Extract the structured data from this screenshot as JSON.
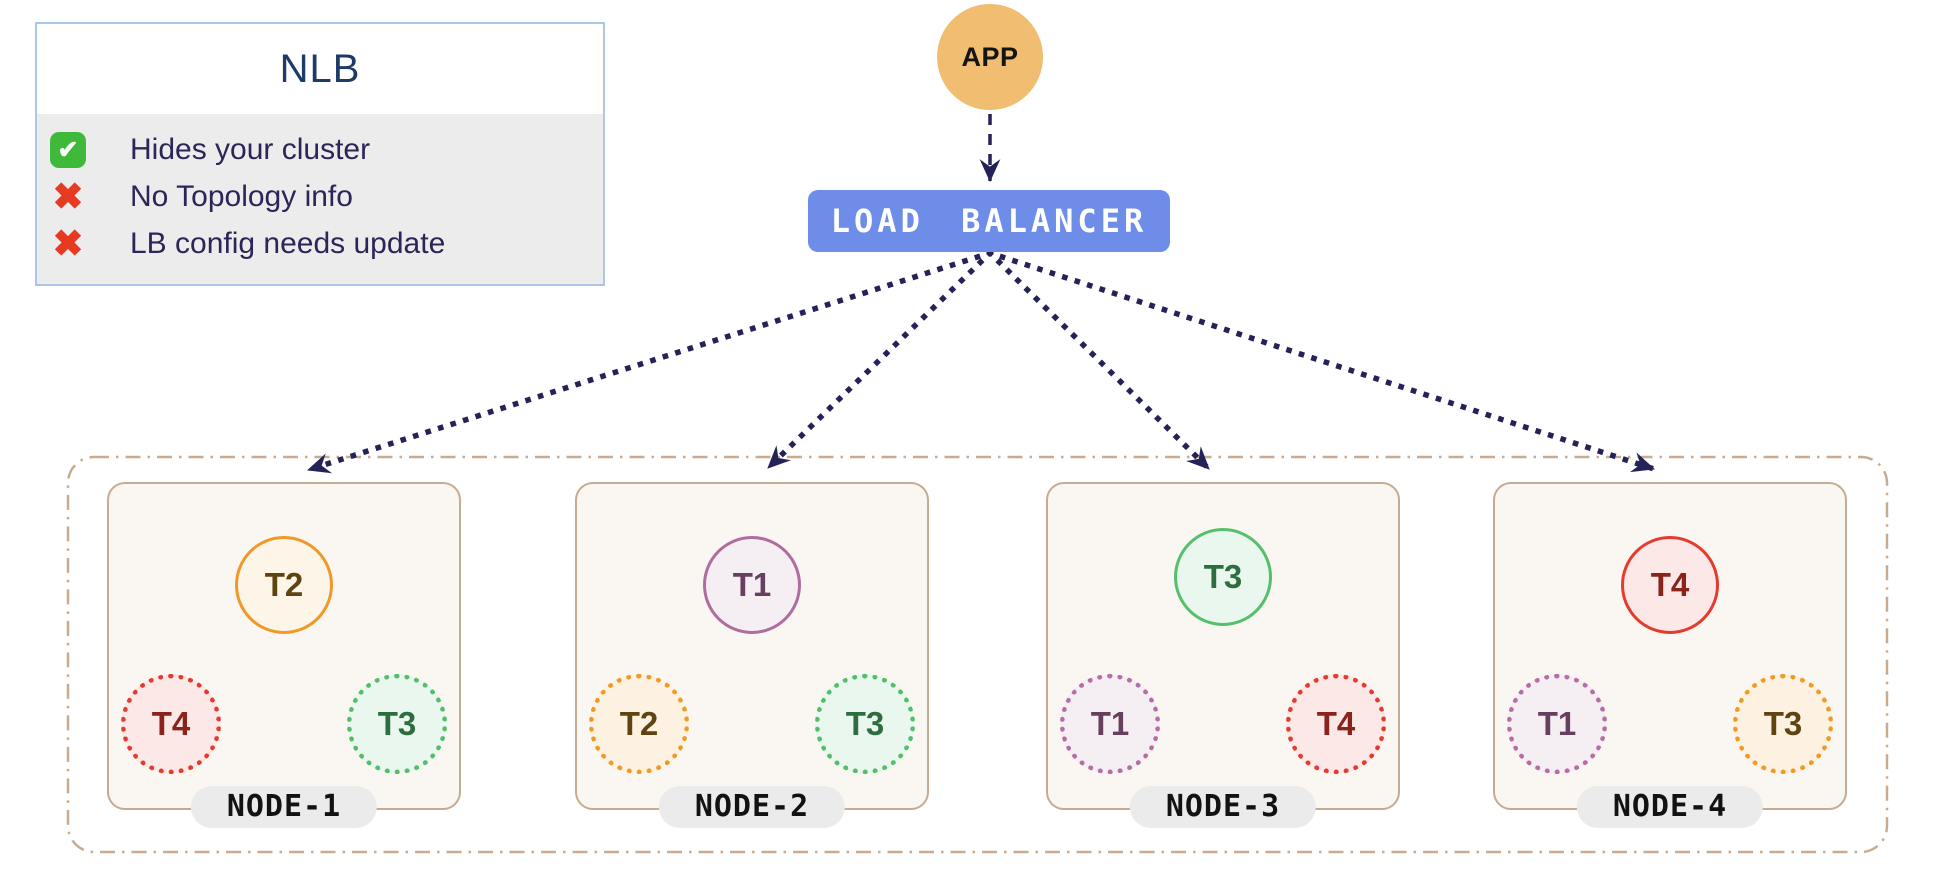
{
  "legend": {
    "title": "NLB",
    "items": [
      {
        "icon": "check-icon",
        "icon_class": "li-icon check",
        "glyph": "✔",
        "text": "Hides your cluster"
      },
      {
        "icon": "cross-icon",
        "icon_class": "li-icon cross",
        "glyph": "✖",
        "text": "No Topology info"
      },
      {
        "icon": "cross-icon",
        "icon_class": "li-icon cross",
        "glyph": "✖",
        "text": "LB config needs update"
      }
    ]
  },
  "app": {
    "label": "APP"
  },
  "load_balancer": {
    "label": "LOAD BALANCER"
  },
  "cluster": {
    "nodes": [
      {
        "name": "NODE-1",
        "primary": {
          "label": "T2"
        },
        "replicas": [
          {
            "label": "T4"
          },
          {
            "label": "T3"
          }
        ]
      },
      {
        "name": "NODE-2",
        "primary": {
          "label": "T1"
        },
        "replicas": [
          {
            "label": "T2"
          },
          {
            "label": "T3"
          }
        ]
      },
      {
        "name": "NODE-3",
        "primary": {
          "label": "T3"
        },
        "replicas": [
          {
            "label": "T1"
          },
          {
            "label": "T4"
          }
        ]
      },
      {
        "name": "NODE-4",
        "primary": {
          "label": "T4"
        },
        "replicas": [
          {
            "label": "T1"
          },
          {
            "label": "T3"
          }
        ]
      }
    ]
  },
  "palette": {
    "legend_border": "#a9c7e9",
    "legend_title": "#1e3a66",
    "legend_body_bg": "#ececec",
    "legend_text": "#2b2657",
    "check_green": "#3eb93a",
    "cross_red": "#e63a22",
    "app_fill": "#f0bd71",
    "lb_fill": "#6d8de9",
    "arrow_navy": "#252258",
    "cluster_stroke": "#c9ac90",
    "node_bg": "#faf7f2",
    "node_border": "#c6ab92",
    "pill_bg": "#ebebeb",
    "t1": "#ae6c9f",
    "t2": "#ee9928",
    "t3_green": "#55bf6b",
    "t3_orange": "#f09a26",
    "t4": "#e43b2e"
  }
}
